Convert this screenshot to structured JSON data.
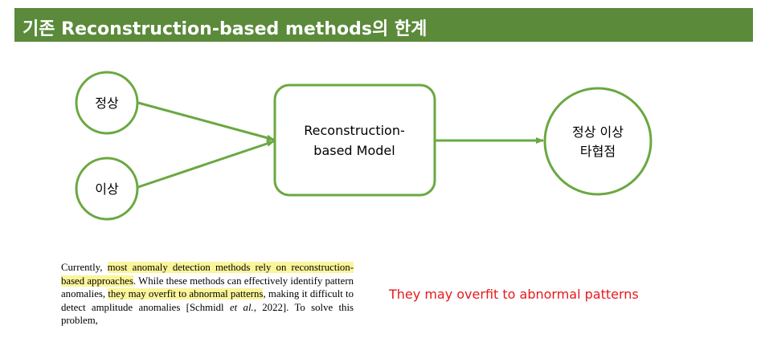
{
  "header": {
    "title": "기존 Reconstruction-based methods의 한계"
  },
  "diagram": {
    "inputs": [
      "정상",
      "이상"
    ],
    "model": {
      "line1": "Reconstruction-",
      "line2": "based Model"
    },
    "output": {
      "line1": "정상 이상",
      "line2": "타협점"
    },
    "accent_color": "#6aa842"
  },
  "quote": {
    "seg1": "Currently, ",
    "seg2": "most anomaly detection methods rely on reconstruction-based approaches",
    "seg3": ". While these methods can effectively identify pattern anomalies, ",
    "seg4": "they may overfit to abnormal patterns",
    "seg5": ", making it difficult to detect amplitude anomalies [Schmidl ",
    "seg6": "et al.",
    "seg7": ", 2022]. To solve this problem,"
  },
  "note": {
    "text": "They may overfit to abnormal patterns",
    "color": "#e8181c"
  }
}
